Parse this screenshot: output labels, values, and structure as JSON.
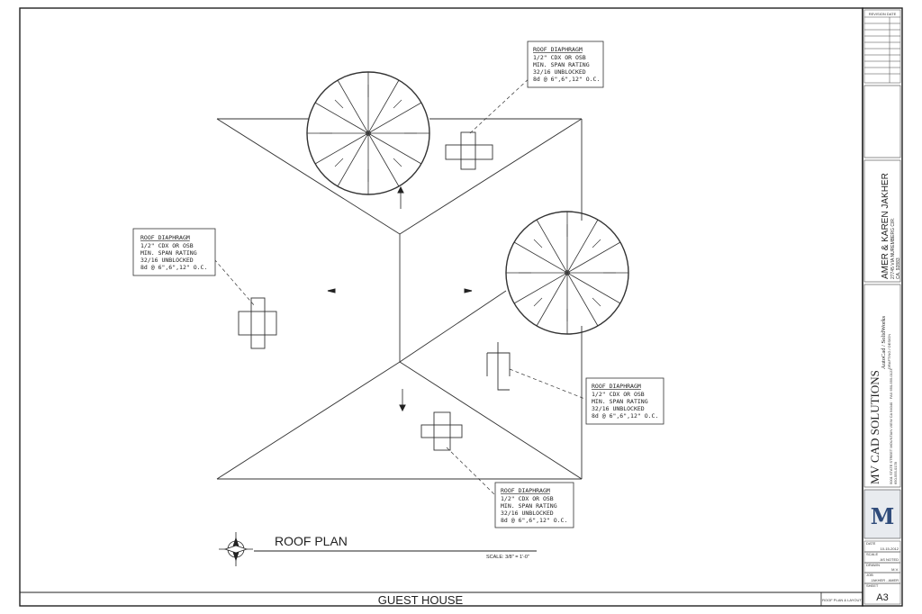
{
  "sheet": {
    "footer_title": "GUEST HOUSE",
    "footer_ref": "ROOF PLAN & LAYOUT"
  },
  "plan": {
    "title": "ROOF PLAN",
    "scale": "SCALE: 3/8\" = 1'-0\""
  },
  "notes": [
    {
      "heading": "ROOF DIAPHRAGM",
      "lines": [
        "1/2\" CDX OR OSB",
        "MIN. SPAN RATING",
        "32/16 UNBLOCKED",
        "8d @ 6\",6\",12\" O.C."
      ]
    },
    {
      "heading": "ROOF DIAPHRAGM",
      "lines": [
        "1/2\" CDX OR OSB",
        "MIN. SPAN RATING",
        "32/16 UNBLOCKED",
        "8d @ 6\",6\",12\" O.C."
      ]
    },
    {
      "heading": "ROOF DIAPHRAGM",
      "lines": [
        "1/2\" CDX OR OSB",
        "MIN. SPAN RATING",
        "32/16 UNBLOCKED",
        "8d @ 6\",6\",12\" O.C."
      ]
    },
    {
      "heading": "ROOF DIAPHRAGM",
      "lines": [
        "1/2\" CDX OR OSB",
        "MIN. SPAN RATING",
        "32/16 UNBLOCKED",
        "8d @ 6\",6\",12\" O.C."
      ]
    }
  ],
  "title_block": {
    "revision_header": "REVISION  DATE",
    "client_name": "AMER & KAREN JAKHER",
    "client_address_1": "27745 VIA NUREMBERG CIR.",
    "client_address_2": "CA. 92883",
    "firm_name": "MV CAD SOLUTIONS",
    "firm_software": "AutoCad / SolidWorks",
    "firm_sub": "DRAFTING / DESIGN",
    "firm_address": "5001 STATE STREET MOUNTAIN VIEW CA 94040 · FAX 650-555-0123",
    "firm_phone": "650-555-0178",
    "logo_letter": "M",
    "date_label": "DATE",
    "date_value": "10-15-2012",
    "scale_label": "SCALE",
    "scale_value": "AS NOTED",
    "drawn_label": "DRAWN",
    "drawn_value": "M.V.",
    "job_label": "JOB",
    "job_value": "JAKHER - AMER",
    "sheet_label": "SHEET",
    "sheet_number": "A3"
  }
}
